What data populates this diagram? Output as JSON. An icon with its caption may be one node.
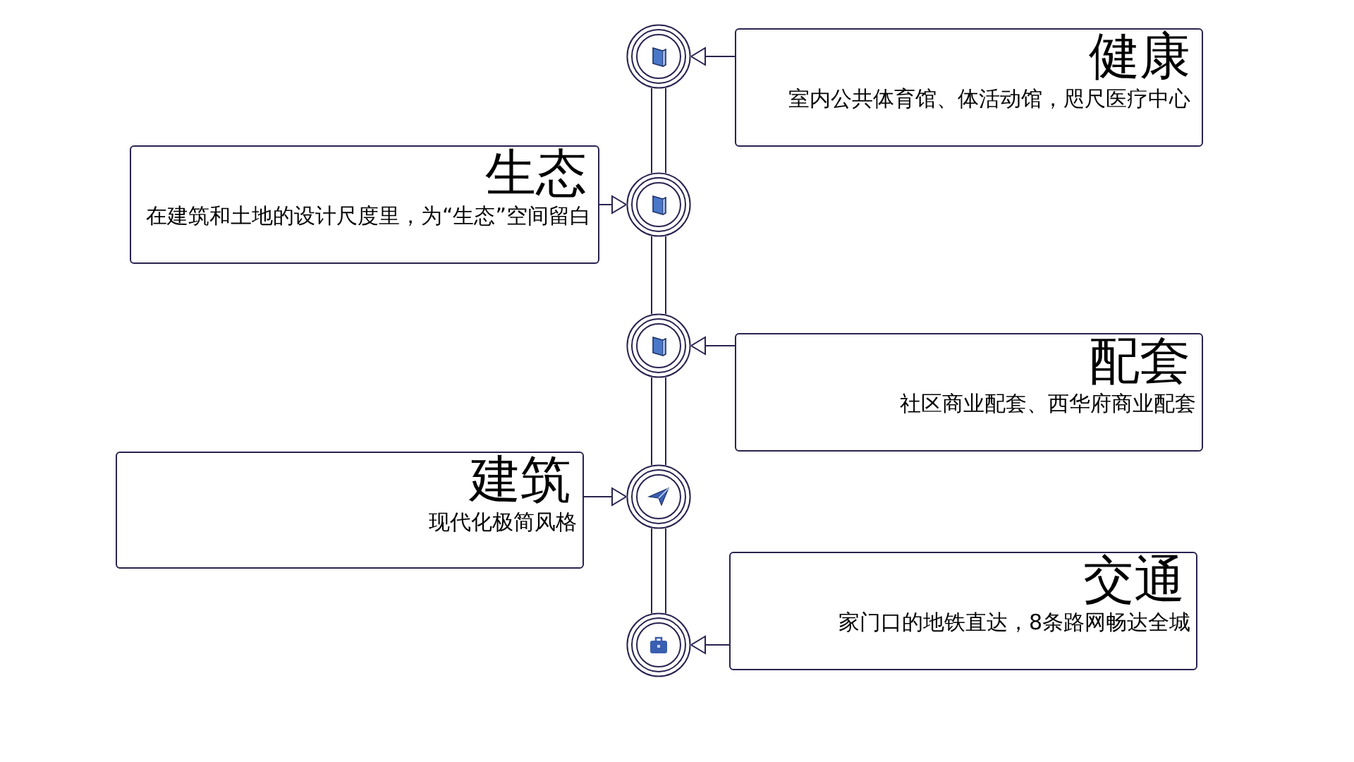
{
  "diagram": {
    "nodes": [
      {
        "text": [],
        "shape": "circle"
      },
      {
        "text": [
          "健康",
          "室内公共体育馆、体活动馆，咫尺医疗中心"
        ]
      },
      {
        "text": [
          "生态",
          "在建筑和土地的设计尺度里，为“生态”空间留白"
        ]
      },
      {
        "text": [],
        "shape": "circle"
      },
      {
        "text": [],
        "shape": "circle"
      },
      {
        "text": [
          "配套",
          "社区商业配套、西华府商业配套"
        ]
      },
      {
        "text": [
          "建筑",
          "现代化极简风格"
        ]
      },
      {
        "text": [],
        "shape": "circle"
      },
      {
        "text": [
          "交通",
          "家门口的地铁直达，8条路网畅达全城"
        ]
      },
      {
        "text": [],
        "shape": "circle"
      }
    ],
    "edges": [
      {
        "from": 0,
        "to": 3,
        "arrow": "none"
      },
      {
        "from": 3,
        "to": 4,
        "arrow": "none"
      },
      {
        "from": 4,
        "to": 7,
        "arrow": "none"
      },
      {
        "from": 7,
        "to": 9,
        "arrow": "none"
      },
      {
        "from": 1,
        "to": 0,
        "arrow": "to"
      },
      {
        "from": 2,
        "to": 3,
        "arrow": "to"
      },
      {
        "from": 5,
        "to": 4,
        "arrow": "to"
      },
      {
        "from": 6,
        "to": 7,
        "arrow": "to"
      },
      {
        "from": 8,
        "to": 9,
        "arrow": "to"
      }
    ]
  }
}
